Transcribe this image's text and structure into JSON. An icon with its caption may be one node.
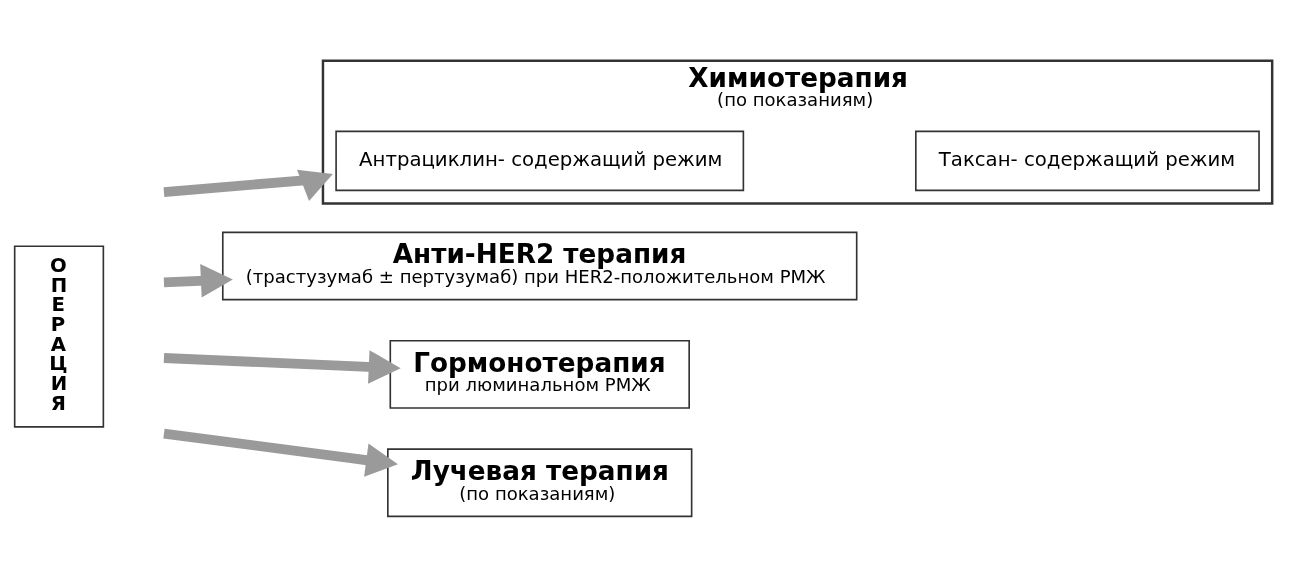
{
  "diagram": {
    "nodes": [
      {
        "text": [
          "ОПЕРАЦИЯ"
        ]
      },
      {
        "text": [
          "Химиотерапия",
          "(по показаниям)"
        ]
      },
      {
        "text": [
          "Антрациклин- содержащий режим"
        ],
        "in": 1
      },
      {
        "text": [
          "Таксан- содержащий режим"
        ],
        "in": 1
      },
      {
        "text": [
          "Анти-HER2 терапия",
          "(трастузумаб ± пертузумаб) при HER2-положительном РМЖ"
        ]
      },
      {
        "text": [
          "Гормонотерапия",
          "при люминальном РМЖ"
        ]
      },
      {
        "text": [
          "Лучевая терапия",
          "(по показаниям)"
        ]
      }
    ],
    "edges": [
      {
        "from": null,
        "to": 1,
        "arrow": "to"
      },
      {
        "from": null,
        "to": 4,
        "arrow": "to"
      },
      {
        "from": null,
        "to": 5,
        "arrow": "to"
      },
      {
        "from": null,
        "to": 6,
        "arrow": "to"
      }
    ]
  }
}
